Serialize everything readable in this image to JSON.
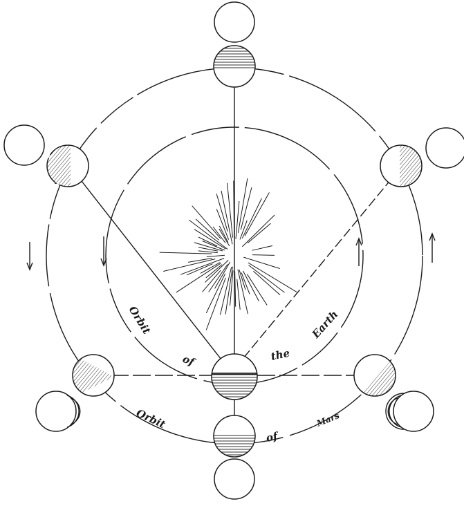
{
  "diagram": {
    "labels": {
      "orbit_earth_1": "Orbit",
      "orbit_earth_2": "of",
      "orbit_earth_3": "the",
      "orbit_earth_4": "Earth",
      "orbit_mars_1": "Orbit",
      "orbit_mars_2": "of",
      "orbit_mars_3": "Mars"
    }
  }
}
